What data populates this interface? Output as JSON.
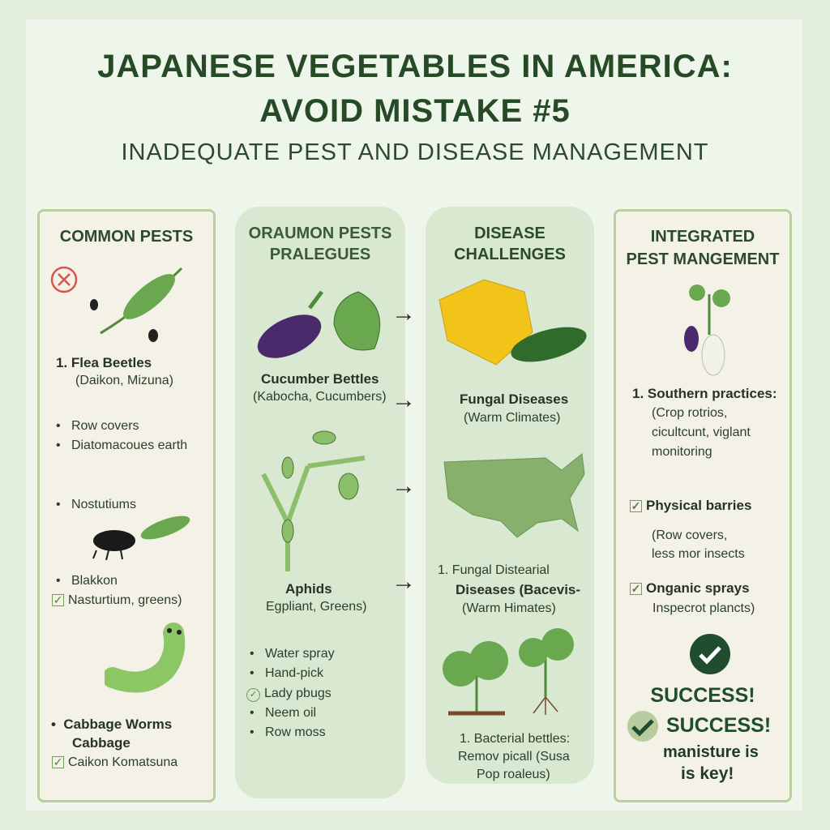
{
  "header": {
    "title_line1": "JAPANESE VEGETABLES IN AMERICA:",
    "title_line2": "AVOID MISTAKE #5",
    "subtitle": "INADEQUATE PEST AND DISEASE MANAGEMENT"
  },
  "col1": {
    "heading": "COMMON PESTS",
    "pest1_title": "1.  Flea Beetles",
    "pest1_crops": "(Daikon, Mizuna)",
    "bullets1": [
      "Row covers",
      "Diatomacoues earth"
    ],
    "bullet2": "Nostutiums",
    "bullet3": "Blakkon",
    "check1": "Nasturtium, greens)",
    "pest3_line1": "Cabbage Worms",
    "pest3_line2": "Cabbage",
    "check2": "Caikon Komatsuna"
  },
  "col2": {
    "heading_line1": "ORAUMON PESTS",
    "heading_line2": "PRALEGUES",
    "pest1_title": "Cucumber Bettles",
    "pest1_crops": "(Kabocha, Cucumbers)",
    "pest2_title": "Aphids",
    "pest2_crops": "Egpliant, Greens)",
    "bullets": [
      "Water spray",
      "Hand-pick",
      "Lady pbugs",
      "Neem oil",
      "Row moss"
    ]
  },
  "col3": {
    "heading_line1": "DISEASE",
    "heading_line2": "CHALLENGES",
    "item1_title": "Fungal Diseases",
    "item1_sub": "(Warm Climates)",
    "item2_line1": "1. Fungal Distearial",
    "item2_line2": "Diseases (Bacevis-",
    "item2_line3": "(Warm Himates)",
    "item3_line1": "1. Bacterial bettles:",
    "item3_line2": "Remov picall (Susa",
    "item3_line3": "Pop roaleus)"
  },
  "col4": {
    "heading_line1": "INTEGRATED",
    "heading_line2": "PEST MANGEMENT",
    "item1_title": "1. Southern practices:",
    "item1_lines": [
      "(Crop rotrios,",
      "cicultcunt, viglant",
      "monitoring"
    ],
    "item2_title": "Physical barries",
    "item2_lines": [
      "(Row covers,",
      "less mor insects"
    ],
    "item3_title": "Onganic sprays",
    "item3_sub": "Inspecrot plancts)",
    "success1": "SUCCESS!",
    "success2": "SUCCESS!",
    "key_line1": "manisture is",
    "key_line2": "is key!"
  },
  "colors": {
    "title": "#254a25",
    "panel_border": "#b7d09d",
    "panel_fill": "#f4f2e6",
    "mid_panel": "#d9e8d0",
    "accent_green": "#1f4d2e"
  }
}
